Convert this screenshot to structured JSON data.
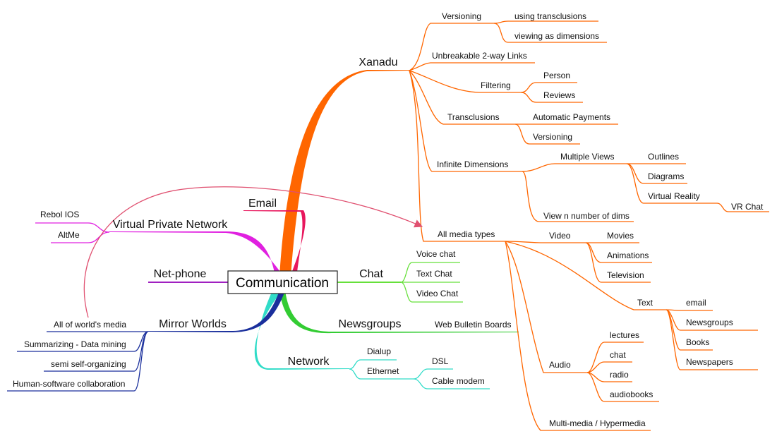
{
  "root": "Communication",
  "colors": {
    "xanadu": "#ff6600",
    "email": "#e8175d",
    "vpn": "#e020e0",
    "netphone": "#a020c0",
    "mirror": "#1a2f9c",
    "chat": "#66e03a",
    "newsgroups": "#33cc33",
    "network": "#30dcc8",
    "crosslink": "#e05070"
  },
  "xanadu": {
    "label": "Xanadu",
    "versioning": {
      "label": "Versioning",
      "items": [
        "using transclusions",
        "viewing as dimensions"
      ]
    },
    "links": "Unbreakable 2-way Links",
    "filtering": {
      "label": "Filtering",
      "items": [
        "Person",
        "Reviews"
      ]
    },
    "transclusions": {
      "label": "Transclusions",
      "items": [
        "Automatic Payments",
        "Versioning"
      ]
    },
    "infinite": {
      "label": "Infinite Dimensions",
      "multiple_views": "Multiple Views",
      "outlines": "Outlines",
      "diagrams": "Diagrams",
      "vr": "Virtual Reality",
      "vr_chat": "VR Chat",
      "view_n": "View n number of dims"
    },
    "media": {
      "label": "All media types",
      "video": {
        "label": "Video",
        "items": [
          "Movies",
          "Animations",
          "Television"
        ]
      },
      "text": {
        "label": "Text",
        "items": [
          "email",
          "Newsgroups",
          "Books",
          "Newspapers"
        ]
      },
      "audio": {
        "label": "Audio",
        "items": [
          "lectures",
          "chat",
          "radio",
          "audiobooks"
        ]
      },
      "multimedia": "Multi-media / Hypermedia"
    }
  },
  "email": "Email",
  "vpn": {
    "label": "Virtual Private Network",
    "items": [
      "Rebol IOS",
      "AltMe"
    ]
  },
  "netphone": "Net-phone",
  "mirror": {
    "label": "Mirror Worlds",
    "items": [
      "All of world's media",
      "Summarizing - Data mining",
      "semi self-organizing",
      "Human-software collaboration"
    ]
  },
  "chat": {
    "label": "Chat",
    "items": [
      "Voice chat",
      "Text Chat",
      "Video Chat"
    ]
  },
  "newsgroups": {
    "label": "Newsgroups",
    "items": [
      "Web Bulletin Boards"
    ]
  },
  "network": {
    "label": "Network",
    "items": [
      "Dialup",
      "Ethernet"
    ],
    "ethernet_items": [
      "DSL",
      "Cable modem"
    ]
  }
}
